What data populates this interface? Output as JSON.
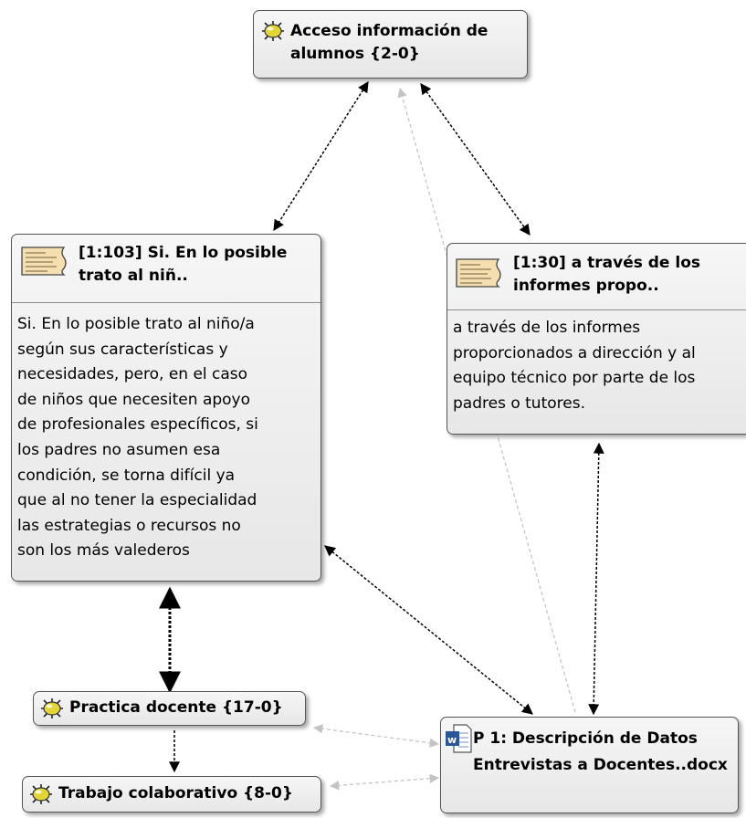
{
  "nodes": {
    "acceso": {
      "title": "Acceso información de alumnos {2-0}",
      "icon": "code-icon"
    },
    "q103": {
      "title": "[1:103] Si. En lo posible trato al niñ..",
      "icon": "quotation-icon",
      "text_lines": [
        "Si. En lo posible trato al niño/a",
        "según sus características y",
        "necesidades, pero, en el caso",
        "de niños que necesiten apoyo",
        "de profesionales específicos, si",
        "los padres no asumen esa",
        "condición, se torna difícil ya",
        "que al no tener la especialidad",
        "las estrategias o recursos no",
        "son los más valederos"
      ]
    },
    "q30": {
      "title": "[1:30] a través de los informes propo..",
      "icon": "quotation-icon",
      "text_lines": [
        "a través de los informes",
        "proporcionados a dirección y al",
        "equipo técnico por parte de los",
        "padres o tutores."
      ]
    },
    "practica": {
      "title": "Practica docente {17-0}",
      "icon": "code-icon"
    },
    "trabajo": {
      "title": "Trabajo colaborativo {8-0}",
      "icon": "code-icon"
    },
    "doc": {
      "title": "P 1: Descripción de Datos Entrevistas a Docentes..docx",
      "icon": "word-document-icon"
    }
  },
  "colors": {
    "strong_link": "#000000",
    "weak_link": "#bdbdbd",
    "code_icon": "#e3d43a",
    "quote_icon": "#f5deb0",
    "word_icon": "#2b5797"
  }
}
